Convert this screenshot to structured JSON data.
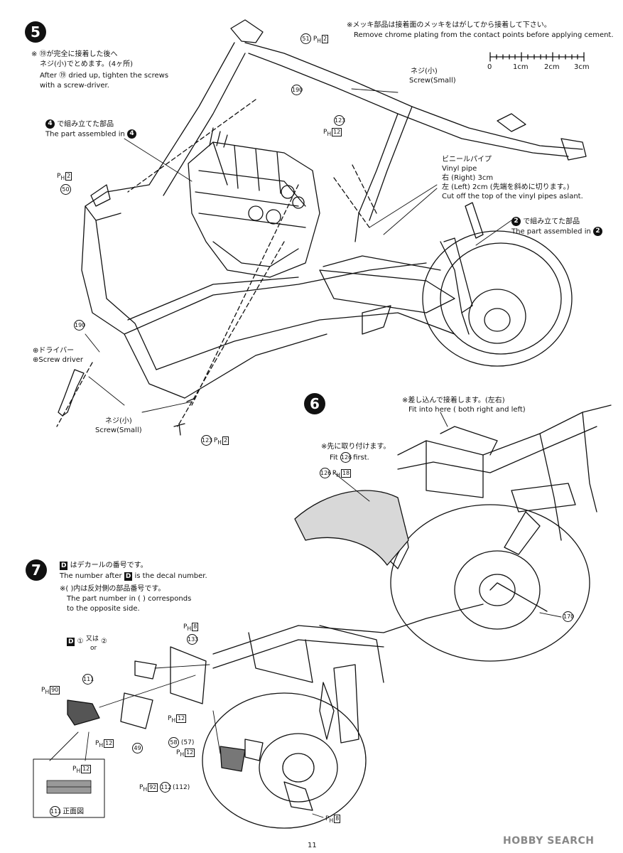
{
  "page_number": "11",
  "watermark": "HOBBY SEARCH",
  "step5": {
    "number": "5",
    "chrome_note_jp": "※メッキ部品は接着面のメッキをはがしてから接着して下さい。",
    "chrome_note_en": "Remove chrome plating from the contact points before applying cement.",
    "scale_labels": [
      "0",
      "1cm",
      "2cm",
      "3cm"
    ],
    "note190_jp_1": "※ ⑲が完全に接着した後へ",
    "note190_jp_2": "ネジ(小)でとめます。(4ヶ所)",
    "note190_en_1": "After ⑲ dried up, tighten the screws",
    "note190_en_2": "with a screw-driver.",
    "part4_jp": "で組み立てた部品",
    "part4_en": "The part assembled in",
    "part4_num": "4",
    "part2_jp": "で組み立てた部品",
    "part2_en": "The part assembled in",
    "part2_num": "2",
    "screw_small_jp": "ネジ(小)",
    "screw_small_en": "Screw(Small)",
    "vinyl_jp": "ビニールパイプ",
    "vinyl_en": "Vinyl pipe",
    "vinyl_right": "右 (Right) 3cm",
    "vinyl_left": "左 (Left) 2cm (先端を斜めに切ります。)",
    "vinyl_cut": "Cut off the top of the vinyl pipes aslant.",
    "driver_jp": "⊕ドライバー",
    "driver_en": "⊕Screw driver",
    "screw_small2_jp": "ネジ(小)",
    "screw_small2_en": "Screw(Small)",
    "p51": "51",
    "p51_ph": "2",
    "p190a": "190",
    "p123a": "123",
    "p123a_ph": "12",
    "p50_ph": "2",
    "p50": "50",
    "p190b": "190",
    "p123b": "123",
    "p123b_ph": "2"
  },
  "step6": {
    "number": "6",
    "insert_jp": "※差し込んで接着します。(左右)",
    "insert_en": "Fit into here ( both right and left)",
    "fit_jp": "※先に取り付けます。",
    "fit_en_pre": "Fit",
    "fit_en_num": "126",
    "fit_en_post": "first.",
    "p126": "126",
    "p126_ph": "18",
    "p170": "170"
  },
  "step7": {
    "number": "7",
    "decal_jp": "はデカールの番号です。",
    "decal_en_pre": "The number after",
    "decal_en_post": "is the decal number.",
    "opp_jp": "※(  )内は反対側の部品番号です。",
    "opp_en_1": "The part number in (    ) corresponds",
    "opp_en_2": "to the opposite side.",
    "d_letter": "D",
    "d_choice_1": "①",
    "d_or_jp": "又は",
    "d_or_en": "or",
    "d_choice_2": "②",
    "p133_ph": "8",
    "p133": "133",
    "p111": "111",
    "p111_ph": "90",
    "p111b_ph": "12",
    "p49": "49",
    "p49_ph": "12",
    "p58": "58",
    "p57": "(57)",
    "p58_ph": "12",
    "p112_ph": "92",
    "p112": "112",
    "p112b": "(112)",
    "p8_ph": "8",
    "inset_ph": "12",
    "inset_label_num": "111",
    "inset_label_jp": "正面図"
  }
}
